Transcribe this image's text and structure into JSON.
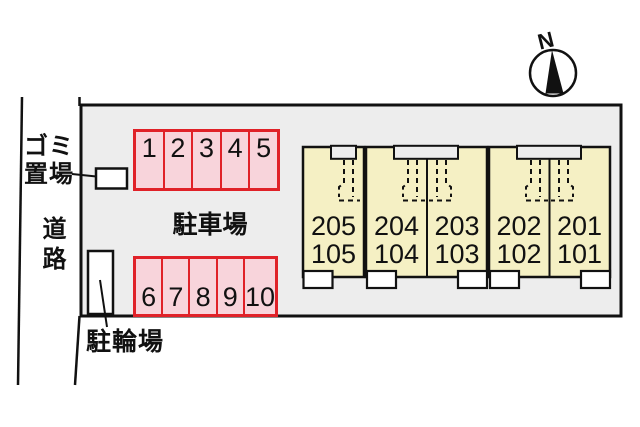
{
  "compass": {
    "label": "N"
  },
  "labels": {
    "garbage_line1": "ゴミ",
    "garbage_line2": "置場",
    "road": "道路",
    "parking": "駐車場",
    "bicycle": "駐輪場"
  },
  "parking": {
    "top_row": [
      "1",
      "2",
      "3",
      "4",
      "5"
    ],
    "bottom_row": [
      "6",
      "7",
      "8",
      "9",
      "10"
    ]
  },
  "building": {
    "units": [
      {
        "upper": "205",
        "lower": "105"
      },
      {
        "upper": "204",
        "lower": "104"
      },
      {
        "upper": "203",
        "lower": "103"
      },
      {
        "upper": "202",
        "lower": "102"
      },
      {
        "upper": "201",
        "lower": "101"
      }
    ]
  },
  "colors": {
    "plot_fill": "#EDEDED",
    "building_fill": "#F5F0C4",
    "parking_fill": "#F8D4DB",
    "parking_border": "#E02128",
    "line": "#111111"
  }
}
